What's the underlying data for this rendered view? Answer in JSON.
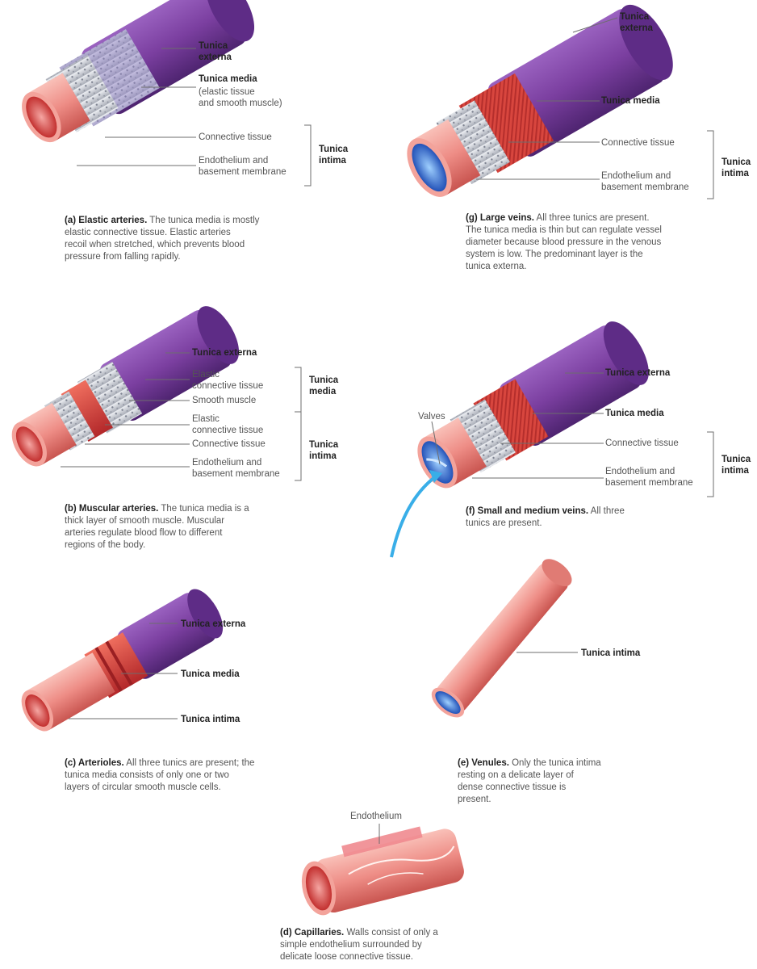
{
  "panels": {
    "a": {
      "labels": {
        "externa_1": "Tunica",
        "externa_2": "externa",
        "media": "Tunica media",
        "media_sub_1": "(elastic tissue",
        "media_sub_2": "and smooth muscle)",
        "connective": "Connective tissue",
        "endo_1": "Endothelium and",
        "endo_2": "basement membrane",
        "intima_1": "Tunica",
        "intima_2": "intima"
      },
      "caption": {
        "title": "(a) Elastic arteries.",
        "lines": [
          " The tunica media is mostly",
          "elastic connective tissue. Elastic arteries",
          "recoil when stretched, which prevents blood",
          "pressure from falling rapidly."
        ]
      }
    },
    "g": {
      "labels": {
        "externa_1": "Tunica",
        "externa_2": "externa",
        "media": "Tunica media",
        "connective": "Connective tissue",
        "endo_1": "Endothelium and",
        "endo_2": "basement membrane",
        "intima_1": "Tunica",
        "intima_2": "intima"
      },
      "caption": {
        "title": "(g) Large veins.",
        "lines": [
          " All three tunics are present.",
          "The tunica media is thin but can regulate vessel",
          "diameter because blood pressure in the venous",
          "system is low. The predominant layer is the",
          "tunica externa."
        ]
      }
    },
    "b": {
      "labels": {
        "externa": "Tunica externa",
        "elastic1_1": "Elastic",
        "elastic1_2": "connective tissue",
        "smooth": "Smooth muscle",
        "elastic2_1": "Elastic",
        "elastic2_2": "connective tissue",
        "connective": "Connective tissue",
        "endo_1": "Endothelium and",
        "endo_2": "basement membrane",
        "media_1": "Tunica",
        "media_2": "media",
        "intima_1": "Tunica",
        "intima_2": "intima"
      },
      "caption": {
        "title": "(b) Muscular arteries.",
        "lines": [
          " The tunica media is a",
          "thick layer of smooth muscle. Muscular",
          "arteries regulate blood flow to different",
          "regions of the body."
        ]
      }
    },
    "f": {
      "labels": {
        "valves": "Valves",
        "externa": "Tunica externa",
        "media": "Tunica media",
        "connective": "Connective tissue",
        "endo_1": "Endothelium and",
        "endo_2": "basement membrane",
        "intima_1": "Tunica",
        "intima_2": "intima"
      },
      "caption": {
        "title": "(f) Small and medium veins.",
        "lines": [
          " All three",
          "tunics are present."
        ]
      }
    },
    "c": {
      "labels": {
        "externa": "Tunica externa",
        "media": "Tunica media",
        "intima": "Tunica intima"
      },
      "caption": {
        "title": "(c) Arterioles.",
        "lines": [
          " All three tunics are present; the",
          "tunica media consists of only one or two",
          "layers of circular smooth muscle cells."
        ]
      }
    },
    "e": {
      "labels": {
        "intima": "Tunica intima"
      },
      "caption": {
        "title": "(e) Venules.",
        "lines": [
          " Only the tunica intima",
          "resting on a delicate layer of",
          "dense connective tissue is",
          "present."
        ]
      }
    },
    "d": {
      "labels": {
        "endothelium": "Endothelium"
      },
      "caption": {
        "title": "(d) Capillaries.",
        "lines": [
          " Walls consist of only a",
          "simple endothelium surrounded by",
          "delicate loose connective tissue."
        ]
      }
    }
  },
  "colors": {
    "externa": "#7b3fa0",
    "media_red": "#d8463e",
    "elastic_gray": "#c9ccd3",
    "intima_pink": "#ee8d86",
    "lumen_red": "#cf3a3c",
    "lumen_blue": "#2f6fd0",
    "arrow_blue": "#39aee8"
  }
}
